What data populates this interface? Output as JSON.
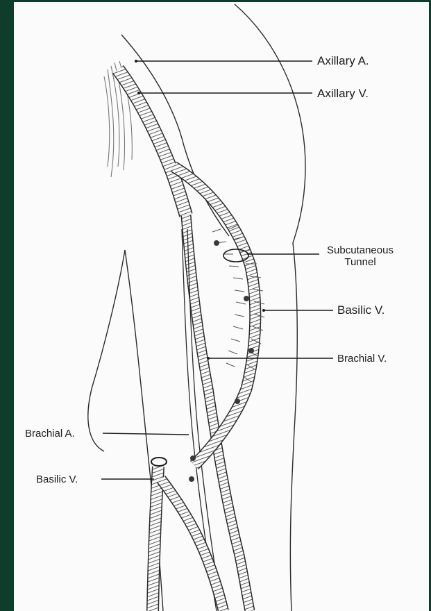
{
  "colors": {
    "frame": "#0f3d2c",
    "paper": "#fbfbfb",
    "ink": "#1b1b1b"
  },
  "labels": {
    "axillary_artery": "Axillary A.",
    "axillary_vein": "Axillary V.",
    "subcutaneous_tunnel_line1": "Subcutaneous",
    "subcutaneous_tunnel_line2": "Tunnel",
    "basilic_vein_right": "Basilic V.",
    "brachial_vein": "Brachial V.",
    "brachial_artery": "Brachial A.",
    "basilic_vein_left": "Basilic V."
  }
}
